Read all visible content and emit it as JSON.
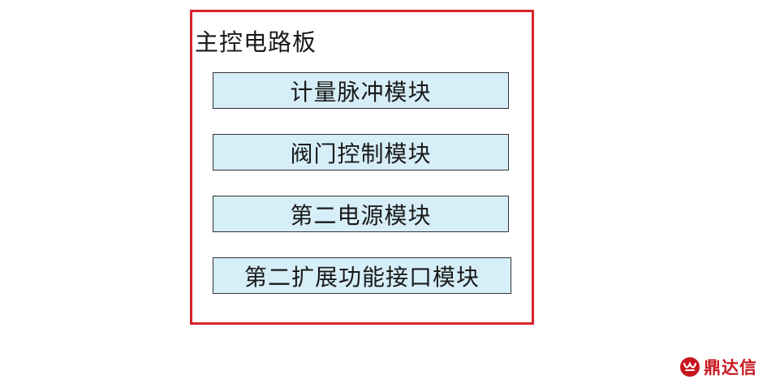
{
  "diagram": {
    "board_title": "主控电路板",
    "modules": [
      {
        "label": "计量脉冲模块"
      },
      {
        "label": "阀门控制模块"
      },
      {
        "label": "第二电源模块"
      },
      {
        "label": "第二扩展功能接口模块"
      }
    ]
  },
  "watermark": {
    "text": "鼎达信",
    "logo_icon": "dingdaxin-logo-icon"
  },
  "colors": {
    "board_border": "#d9232a",
    "module_fill": "#d6eef8",
    "module_border": "#333333",
    "watermark": "#c8161d"
  }
}
